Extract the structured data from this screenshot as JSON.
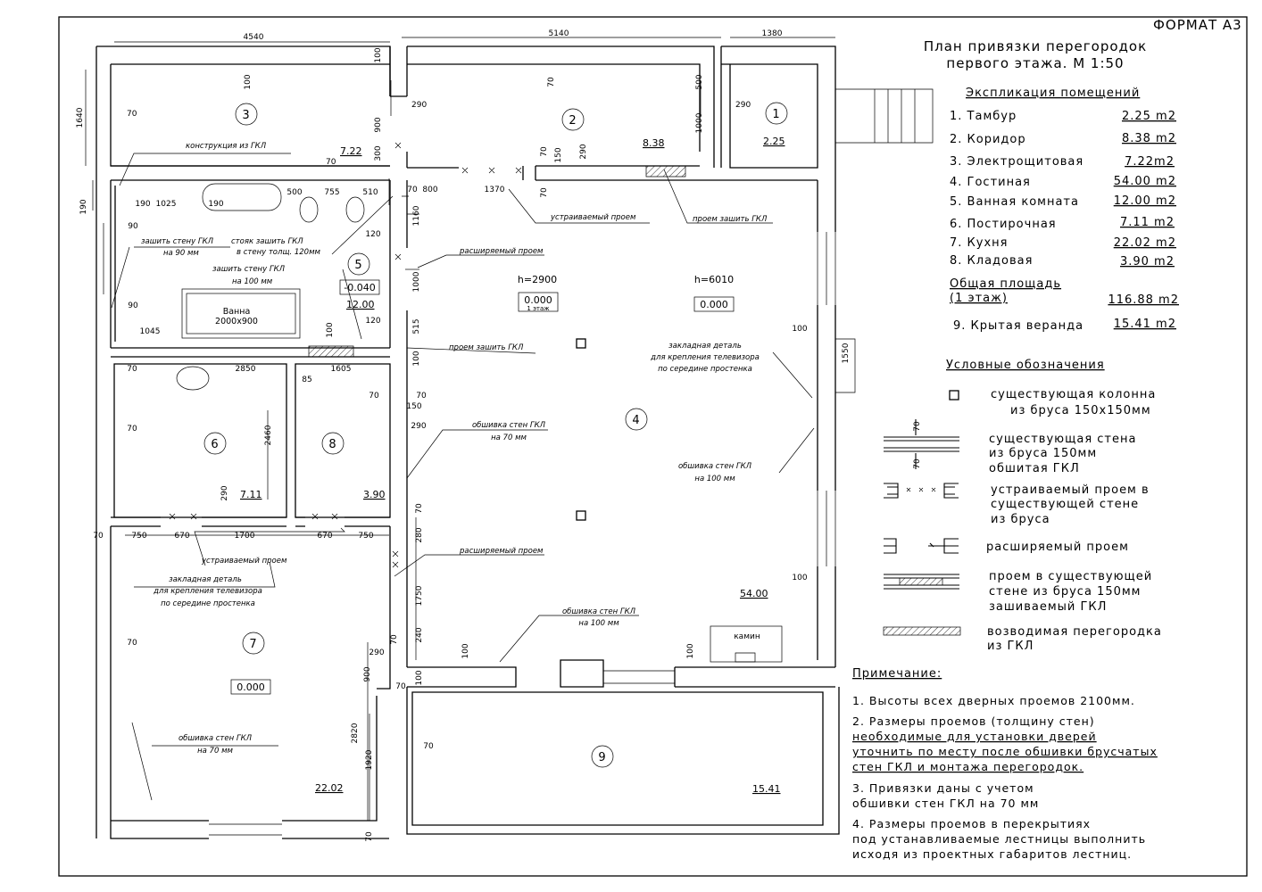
{
  "format_label": "ФОРМАТ А3",
  "title": {
    "line1": "План привязки перегородок",
    "line2": "первого этажа. М 1:50"
  },
  "explication": {
    "heading": "Экспликация помещений",
    "rows": [
      {
        "name": "1. Тамбур",
        "area": "2.25 m2"
      },
      {
        "name": "2. Коридор",
        "area": "8.38 m2"
      },
      {
        "name": "3. Электрощитовая",
        "area": "7.22m2"
      },
      {
        "name": "4. Гостиная",
        "area": "54.00 m2"
      },
      {
        "name": "5. Ванная комната",
        "area": "12.00 m2"
      },
      {
        "name": "6. Постирочная",
        "area": "7.11 m2"
      },
      {
        "name": "7. Кухня",
        "area": "22.02 m2"
      },
      {
        "name": "8. Кладовая",
        "area": "3.90 m2"
      }
    ],
    "total_label1": "Общая площадь",
    "total_label2": "(1 этаж)",
    "total_value": "116.88 m2",
    "veranda_name": "9. Крытая веранда",
    "veranda_area": "15.41 m2"
  },
  "legend": {
    "heading": "Условные обозначения",
    "column": [
      "существующая колонна",
      "из бруса 150х150мм"
    ],
    "wall": [
      "существующая стена",
      "из бруса 150мм",
      "обшитая ГКЛ"
    ],
    "new_opening": [
      "устраиваемый проем в",
      "существующей стене",
      "из бруса"
    ],
    "widened": [
      "расширяемый проем"
    ],
    "sealed": [
      "проем в существующей",
      "стене из бруса 150мм",
      "зашиваемый ГКЛ"
    ],
    "partition": [
      "возводимая перегородка",
      "из ГКЛ"
    ],
    "dims": {
      "d70a": "70",
      "d70b": "70"
    }
  },
  "notes": {
    "heading": "Примечание:",
    "n1": "1. Высоты всех дверных проемов 2100мм.",
    "n2": [
      "2. Размеры проемов (толщину стен)",
      "необходимые для установки дверей",
      "уточнить по месту после обшивки брусчатых",
      "стен ГКЛ и монтажа перегородок."
    ],
    "n3": [
      "3. Привязки даны с учетом",
      "обшивки стен ГКЛ на 70 мм"
    ],
    "n4": [
      "4. Размеры проемов в перекрытиях",
      "под устанавливаемые лестницы выполнить",
      "исходя из проектных габаритов лестниц."
    ]
  },
  "rooms": {
    "r1": "1",
    "r2": "2",
    "r3": "3",
    "r4": "4",
    "r5": "5",
    "r6": "6",
    "r7": "7",
    "r8": "8",
    "r9": "9",
    "a1": "2.25",
    "a2": "8.38",
    "a3": "7.22",
    "a4": "54.00",
    "a5": "12.00",
    "a6": "7.11",
    "a7": "22.02",
    "a8": "3.90",
    "a9": "15.41"
  },
  "levels": {
    "l5": "-0.040",
    "l4a": "0.000",
    "l4a_sub": "1 этаж",
    "l4b": "0.000",
    "l7": "0.000",
    "h1": "h=2900",
    "h2": "h=6010"
  },
  "fixtures": {
    "bath1": "Ванна",
    "bath2": "2000х900",
    "fireplace": "камин"
  },
  "annotations": {
    "a_gkl": "конструкция из ГКЛ",
    "a_sew90_1": "зашить стену ГКЛ",
    "a_sew90_2": "на 90 мм",
    "a_riser1": "стояк зашить ГКЛ",
    "a_riser2": "в стену толщ. 120мм",
    "a_sew100_1": "зашить стену ГКЛ",
    "a_sew100_2": "на 100 мм",
    "a_new1": "устраиваемый проем",
    "a_seal1": "проем зашить ГКЛ",
    "a_wide1": "расширяемый проем",
    "a_seal2": "проем зашить ГКЛ",
    "a_emb1_1": "закладная деталь",
    "a_emb1_2": "для крепления телевизора",
    "a_emb1_3": "по середине простенка",
    "a_clad70_1": "обшивка стен ГКЛ",
    "a_clad70_2": "на 70 мм",
    "a_clad100_1": "обшивка стен ГКЛ",
    "a_clad100_2": "на 100 мм",
    "a_new2": "устраиваемый проем",
    "a_emb2_1": "закладная деталь",
    "a_emb2_2": "для крепления телевизора",
    "a_emb2_3": "по середине простенка",
    "a_wide2": "расширяемый проем",
    "a_clad100b_1": "обшивка стен ГКЛ",
    "a_clad100b_2": "на 100 мм",
    "a_clad70b_1": "обшивка стен ГКЛ",
    "a_clad70b_2": "на 70 мм"
  },
  "dims": {
    "d4540": "4540",
    "d5140": "5140",
    "d1380": "1380",
    "d1640": "1640",
    "d190": "190",
    "d100a": "100",
    "d100b": "100",
    "d70a": "70",
    "d70b": "70",
    "d290a": "290",
    "d290b": "290",
    "d900a": "900",
    "d300": "300",
    "d70c": "70",
    "d500": "500",
    "d1000a": "1000",
    "d70d": "70",
    "d150a": "150",
    "d290c": "290",
    "d70e": "70",
    "d190b": "190",
    "d1025": "1025",
    "d190c": "190",
    "d500b": "500",
    "d755": "755",
    "d510": "510",
    "d70f": "70",
    "d800": "800",
    "d1370": "1370",
    "d1160": "1160",
    "d120a": "120",
    "d90a": "90",
    "d90b": "90",
    "d1000b": "1000",
    "d120b": "120",
    "d515": "515",
    "d100c": "100",
    "d1045": "1045",
    "d100d": "100",
    "d70g": "70",
    "d2850": "2850",
    "d1605": "1605",
    "d85": "85",
    "d70h": "70",
    "d70i": "70",
    "d150b": "150",
    "d290d": "290",
    "d70j": "70",
    "d2460": "2460",
    "d290e": "290",
    "d1550": "1550",
    "d100e": "100",
    "d70k": "70",
    "d750a": "750",
    "d670a": "670",
    "d1700": "1700",
    "d670b": "670",
    "d750b": "750",
    "d70l": "70",
    "d280": "280",
    "d1750": "1750",
    "d70m": "70",
    "d100f": "100",
    "d70n": "70",
    "d240": "240",
    "d290f": "290",
    "d900b": "900",
    "d100g": "100",
    "d100h": "100",
    "d100i": "100",
    "d70o": "70",
    "d2820": "2820",
    "d1920": "1920",
    "d70p": "70",
    "d70q": "70"
  }
}
